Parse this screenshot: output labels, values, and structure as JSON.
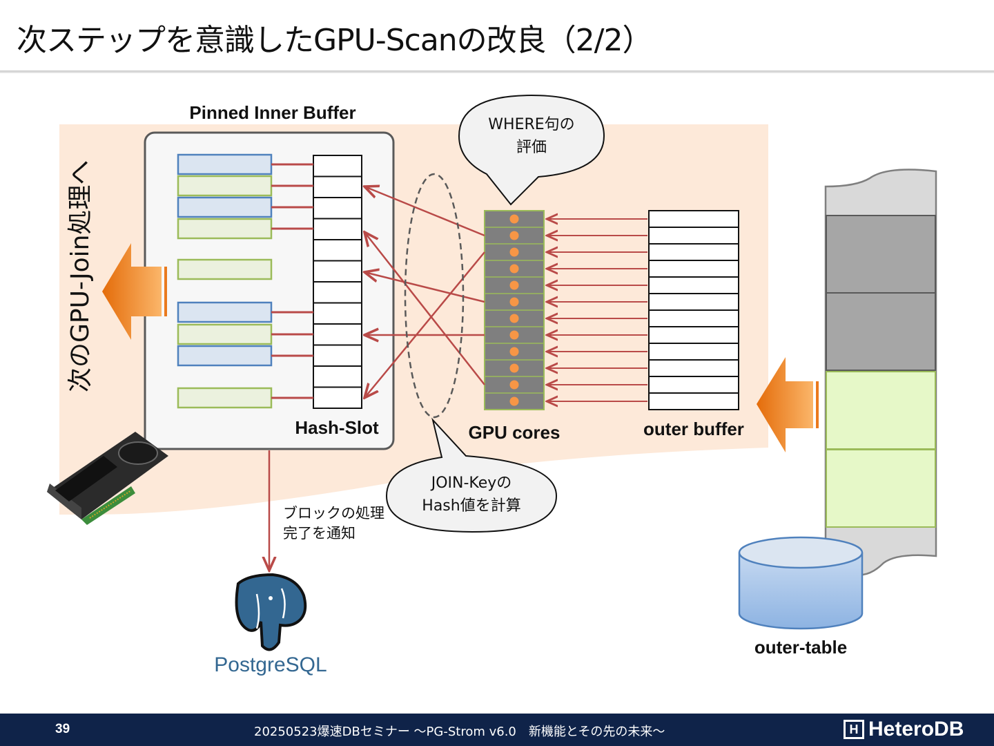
{
  "slide": {
    "title": "次ステップを意識したGPU-Scanの改良（2/2）"
  },
  "diagram": {
    "pinned_inner_buffer_label": "Pinned Inner Buffer",
    "hash_slot_label": "Hash-Slot",
    "gpu_cores_label": "GPU cores",
    "outer_buffer_label": "outer buffer",
    "outer_table_label": "outer-table",
    "next_step_label": "次のGPU-Join処理へ",
    "callout_where": [
      "WHERE句の",
      "評価"
    ],
    "callout_join": [
      "JOIN-Keyの",
      "Hash値を計算"
    ],
    "notify_text": [
      "ブロックの処理",
      "完了を通知"
    ],
    "postgres_logo_text": "PostgreSQL",
    "colors": {
      "arrow_red": "#b94a48",
      "core_orange": "#f79646",
      "core_gray": "#7f7f7f",
      "big_arrow_orange": "#ea7a1e",
      "blue_block": "#dbe5f1",
      "green_block": "#ebf1de",
      "background_region": "#fde9d9"
    },
    "icons": [
      "gpu-card-icon",
      "postgresql-elephant-icon",
      "database-cylinder-icon"
    ]
  },
  "footer": {
    "page_number": "39",
    "text": "20250523爆速DBセミナー ～PG-Strom v6.0　新機能とその先の未来～",
    "brand": "HeteroDB",
    "brand_mark": "H"
  }
}
